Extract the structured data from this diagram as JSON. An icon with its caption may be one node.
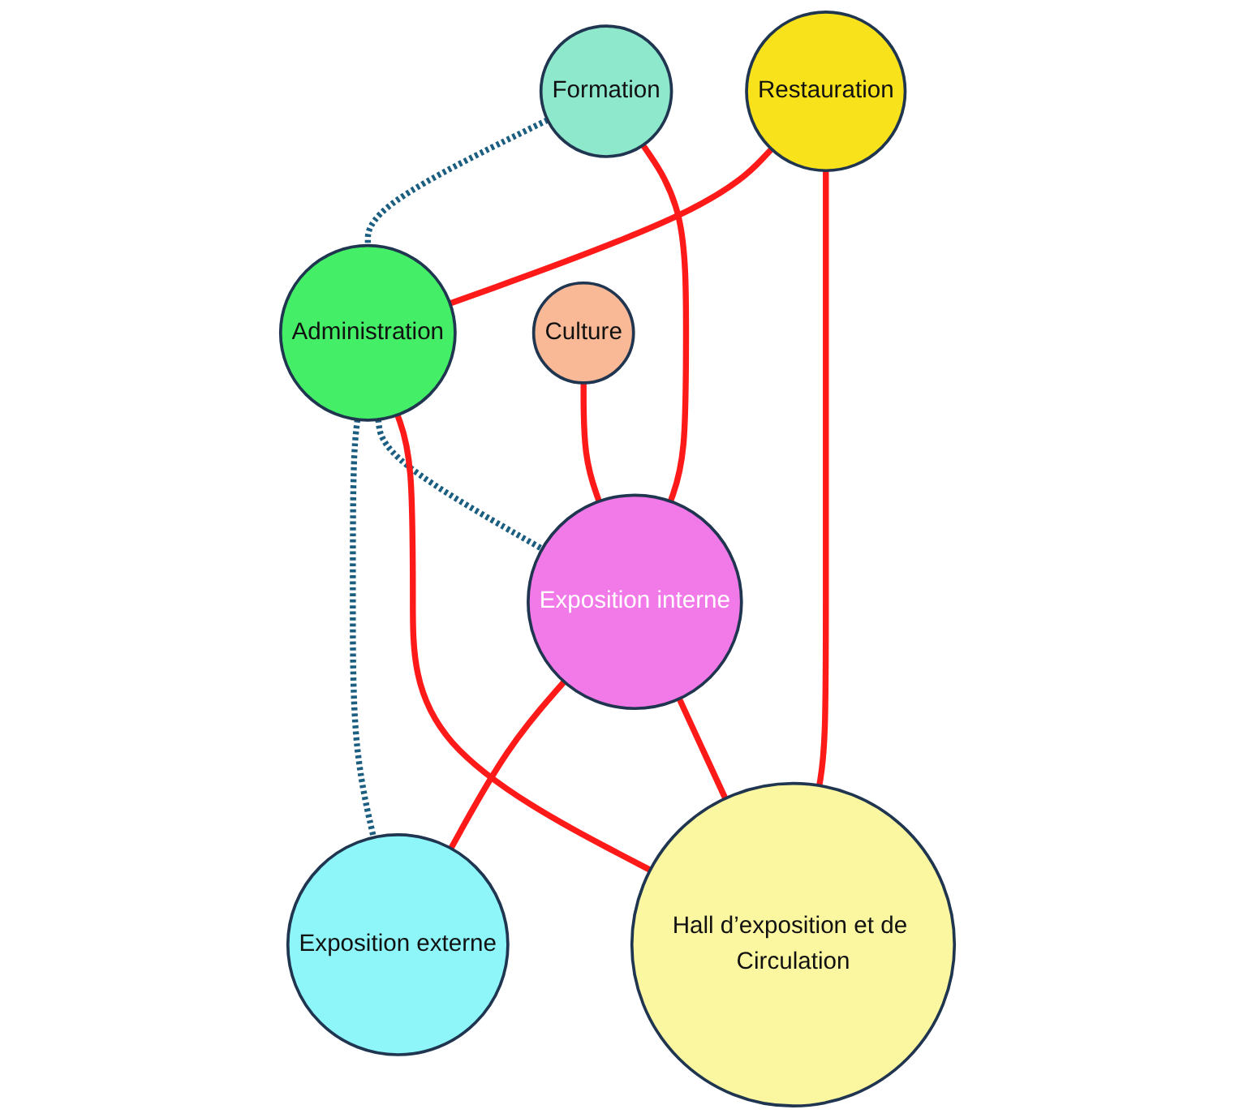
{
  "diagram": {
    "nodes": [
      {
        "text": [
          "Formation"
        ]
      },
      {
        "text": [
          "Administration"
        ]
      },
      {
        "text": [
          "Restauration"
        ]
      },
      {
        "text": [
          "Culture"
        ]
      },
      {
        "text": [
          "Exposition interne"
        ]
      },
      {
        "text": [
          "Exposition externe"
        ]
      },
      {
        "text": [
          "Hall d’exposition et de Circulation"
        ]
      }
    ],
    "edges": [
      {
        "from": 0,
        "to": 1,
        "arrow": "none",
        "style": "dashed",
        "color": "#1b5e80"
      },
      {
        "from": 2,
        "to": 1,
        "arrow": "none"
      },
      {
        "from": 0,
        "to": 4,
        "arrow": "none"
      },
      {
        "from": 1,
        "to": 5,
        "arrow": "none",
        "style": "dashed",
        "color": "#1b5e80"
      },
      {
        "from": 1,
        "to": 4,
        "arrow": "none",
        "style": "dashed",
        "color": "#1b5e80"
      },
      {
        "from": 1,
        "to": 6,
        "arrow": "none"
      },
      {
        "from": 3,
        "to": 4,
        "arrow": "none"
      },
      {
        "from": 2,
        "to": 6,
        "arrow": "none"
      },
      {
        "from": 4,
        "to": 5,
        "arrow": "none"
      },
      {
        "from": 4,
        "to": 6,
        "arrow": "none"
      }
    ]
  }
}
